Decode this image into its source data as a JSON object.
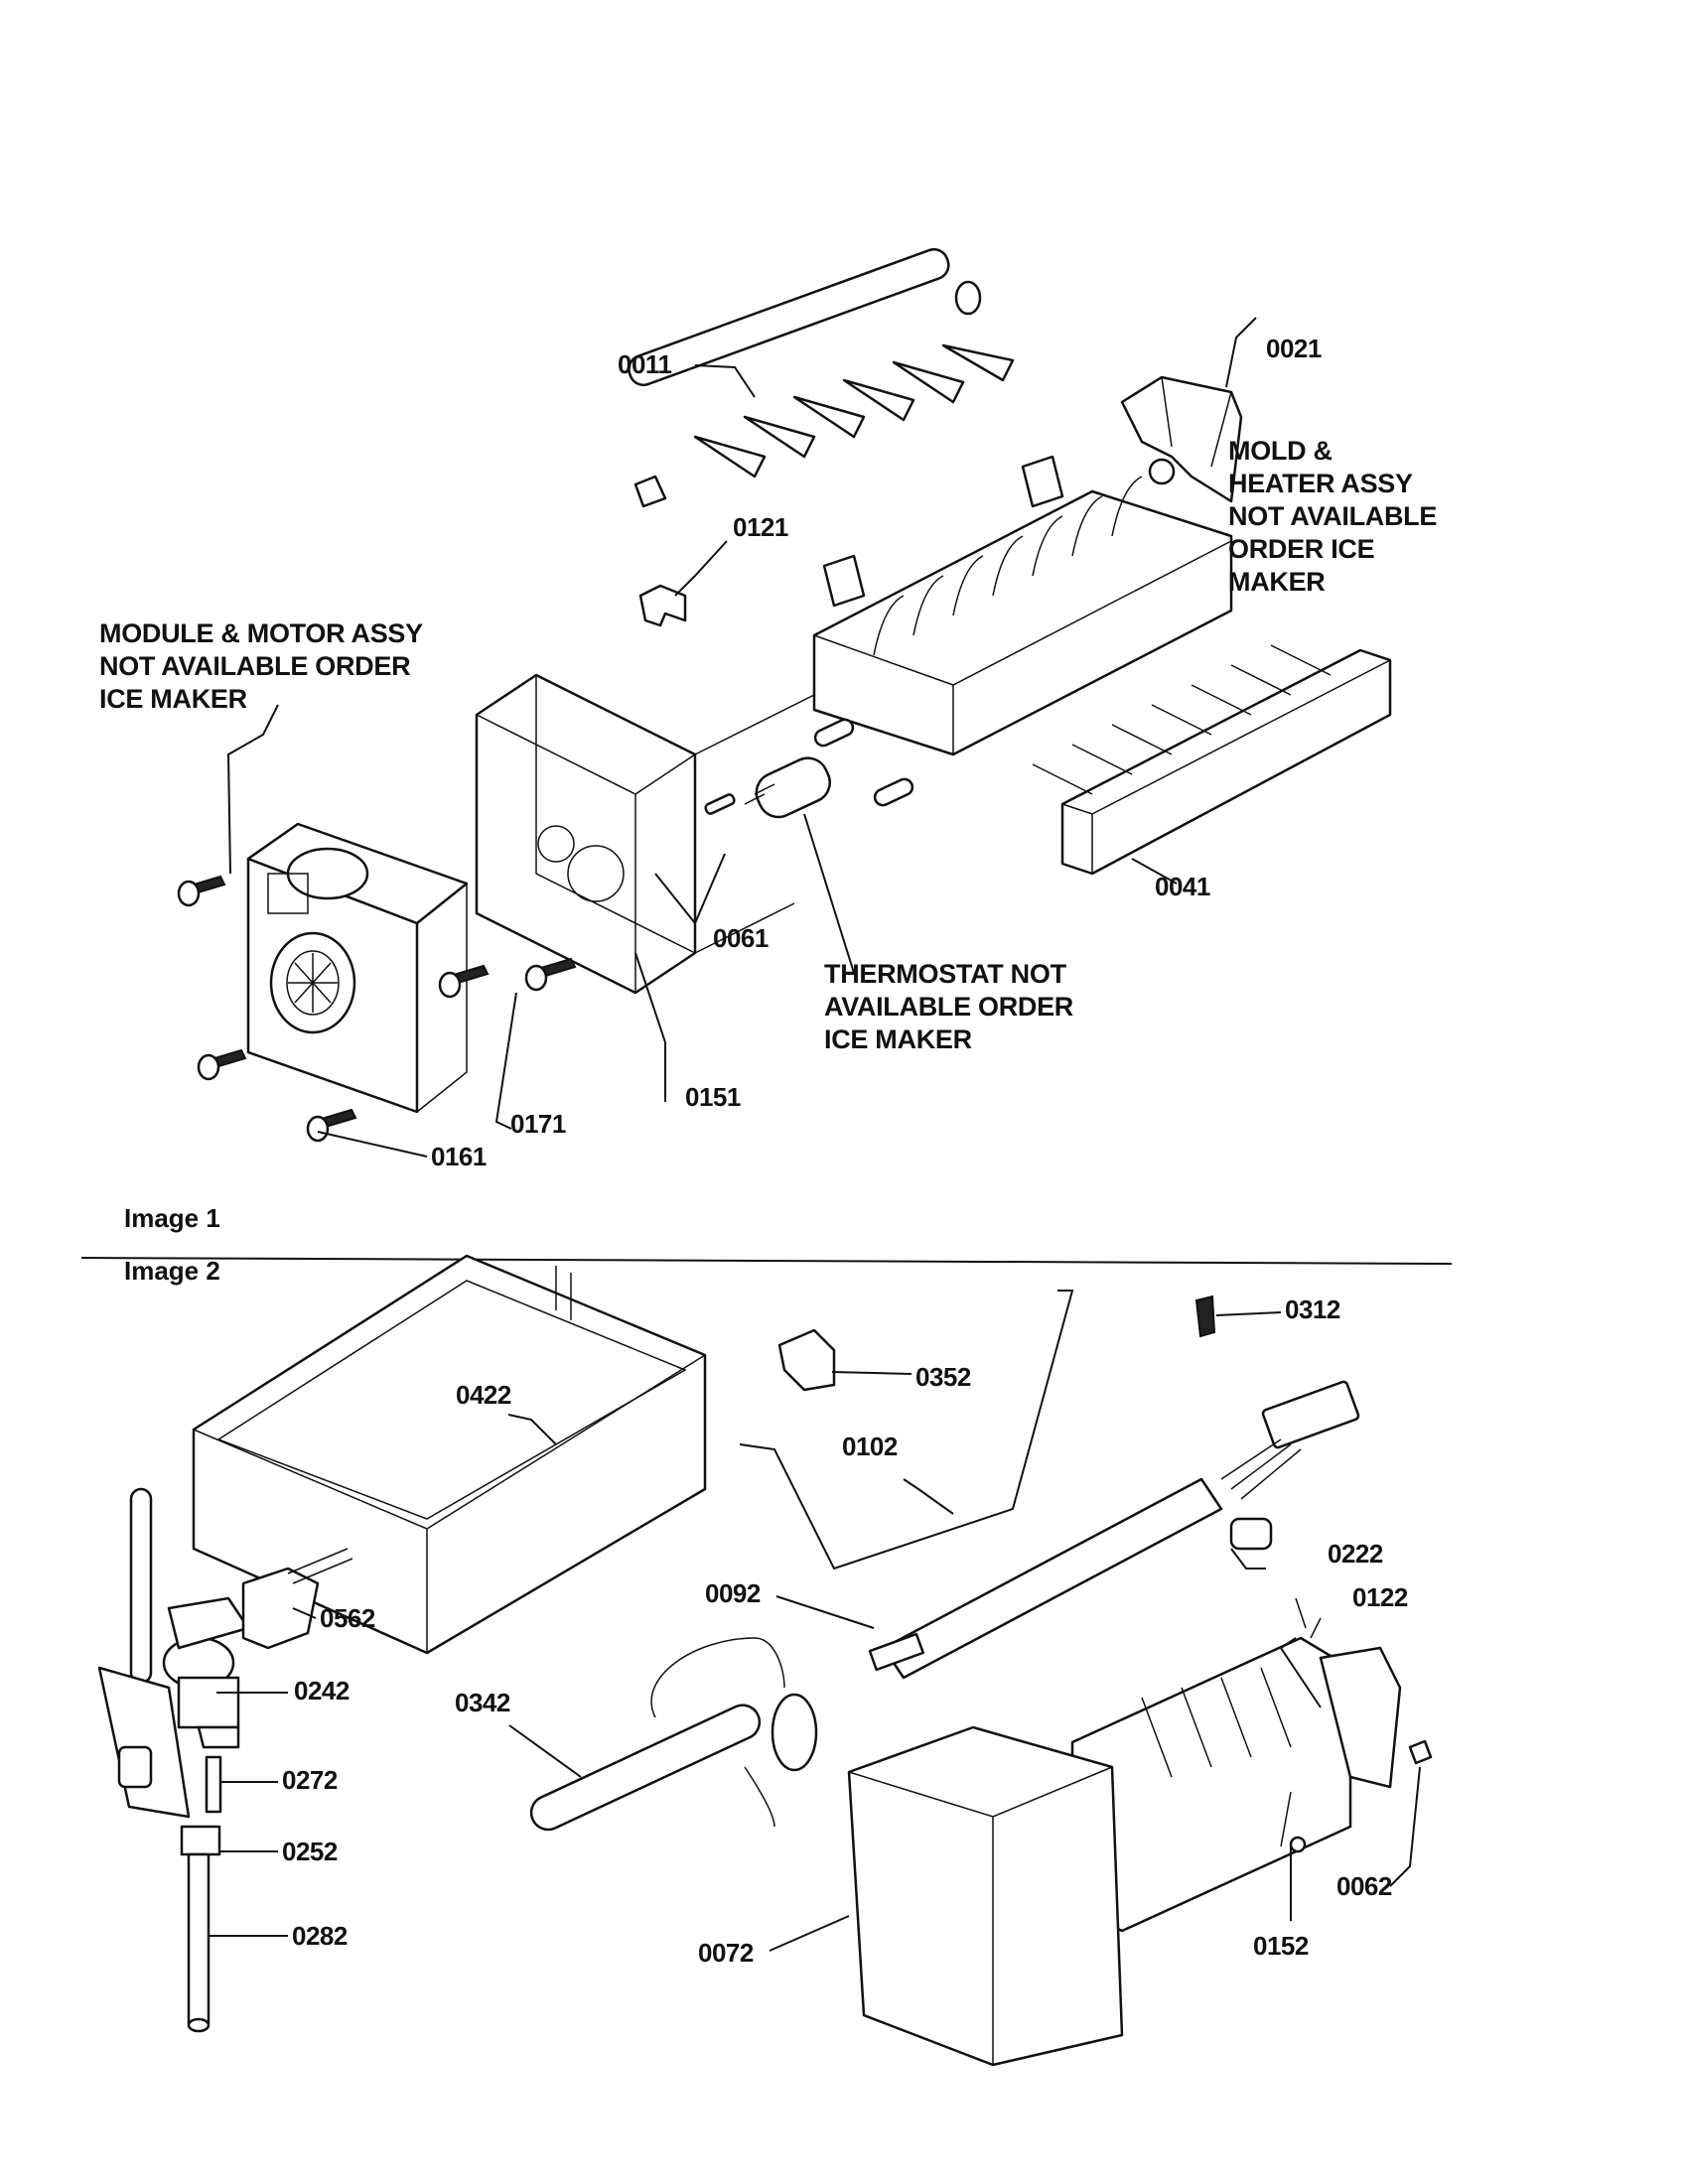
{
  "image1": {
    "caption": "Image 1",
    "callouts": {
      "p0011": "0011",
      "p0021": "0021",
      "p0121": "0121",
      "p0041": "0041",
      "p0061": "0061",
      "p0151": "0151",
      "p0171": "0171",
      "p0161": "0161"
    },
    "notes": {
      "mold_heater": [
        "MOLD &",
        "HEATER ASSY",
        "NOT AVAILABLE",
        "ORDER ICE",
        "MAKER"
      ],
      "module_motor": [
        "MODULE & MOTOR ASSY",
        "NOT AVAILABLE ORDER",
        "ICE MAKER"
      ],
      "thermostat": [
        "THERMOSTAT NOT",
        "AVAILABLE ORDER",
        "ICE MAKER"
      ]
    }
  },
  "image2": {
    "caption": "Image 2",
    "callouts": {
      "p0312": "0312",
      "p0352": "0352",
      "p0422": "0422",
      "p0102": "0102",
      "p0222": "0222",
      "p0122": "0122",
      "p0092": "0092",
      "p0562": "0562",
      "p0242": "0242",
      "p0342": "0342",
      "p0272": "0272",
      "p0252": "0252",
      "p0282": "0282",
      "p0072": "0072",
      "p0152": "0152",
      "p0062": "0062"
    }
  }
}
